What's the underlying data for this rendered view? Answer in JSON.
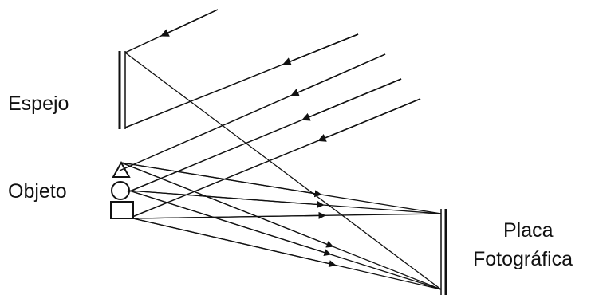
{
  "labels": {
    "mirror": "Espejo",
    "object": "Objeto",
    "plate_line1": "Placa",
    "plate_line2": "Fotográfica"
  },
  "colors": {
    "ink": "#111111",
    "background": "#ffffff"
  }
}
